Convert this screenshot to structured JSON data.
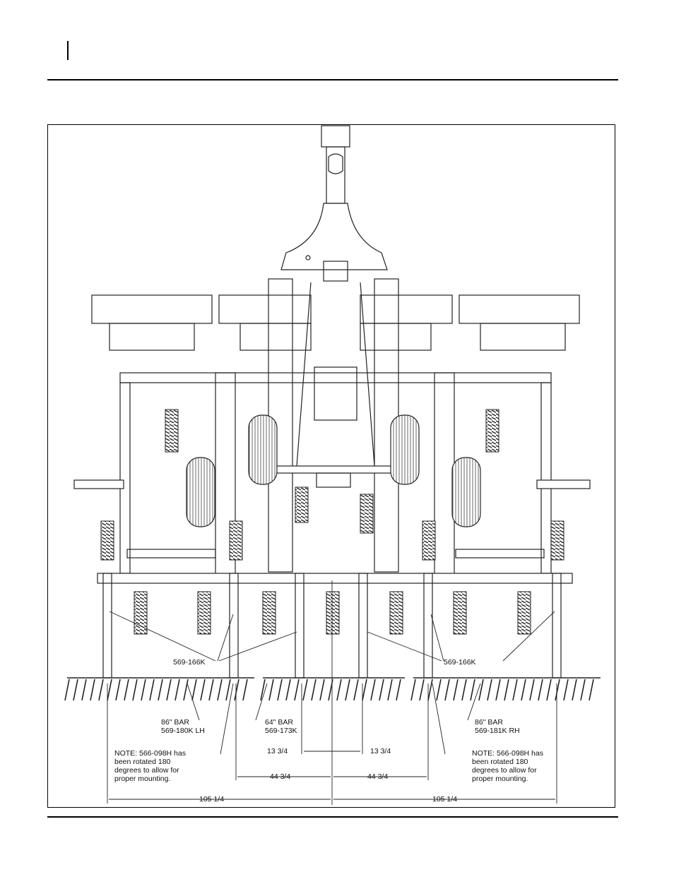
{
  "diagram": {
    "part_labels": {
      "left_tine": "569-166K",
      "right_tine": "569-166K"
    },
    "bars": {
      "left": {
        "size": "86\" BAR",
        "part": "569-180K LH"
      },
      "center": {
        "size": "64\" BAR",
        "part": "569-173K"
      },
      "right": {
        "size": "86\" BAR",
        "part": "569-181K RH"
      }
    },
    "notes": {
      "left": [
        "NOTE: 566-098H has",
        "been rotated 180",
        "degrees to allow for",
        "proper mounting."
      ],
      "right": [
        "NOTE: 566-098H has",
        "been rotated 180",
        "degrees to allow for",
        "proper mounting."
      ]
    },
    "dimensions": {
      "inner_left": "13 3/4",
      "inner_right": "13 3/4",
      "mid_left": "44 3/4",
      "mid_right": "44 3/4",
      "outer_left": "105 1/4",
      "outer_right": "105 1/4"
    }
  }
}
